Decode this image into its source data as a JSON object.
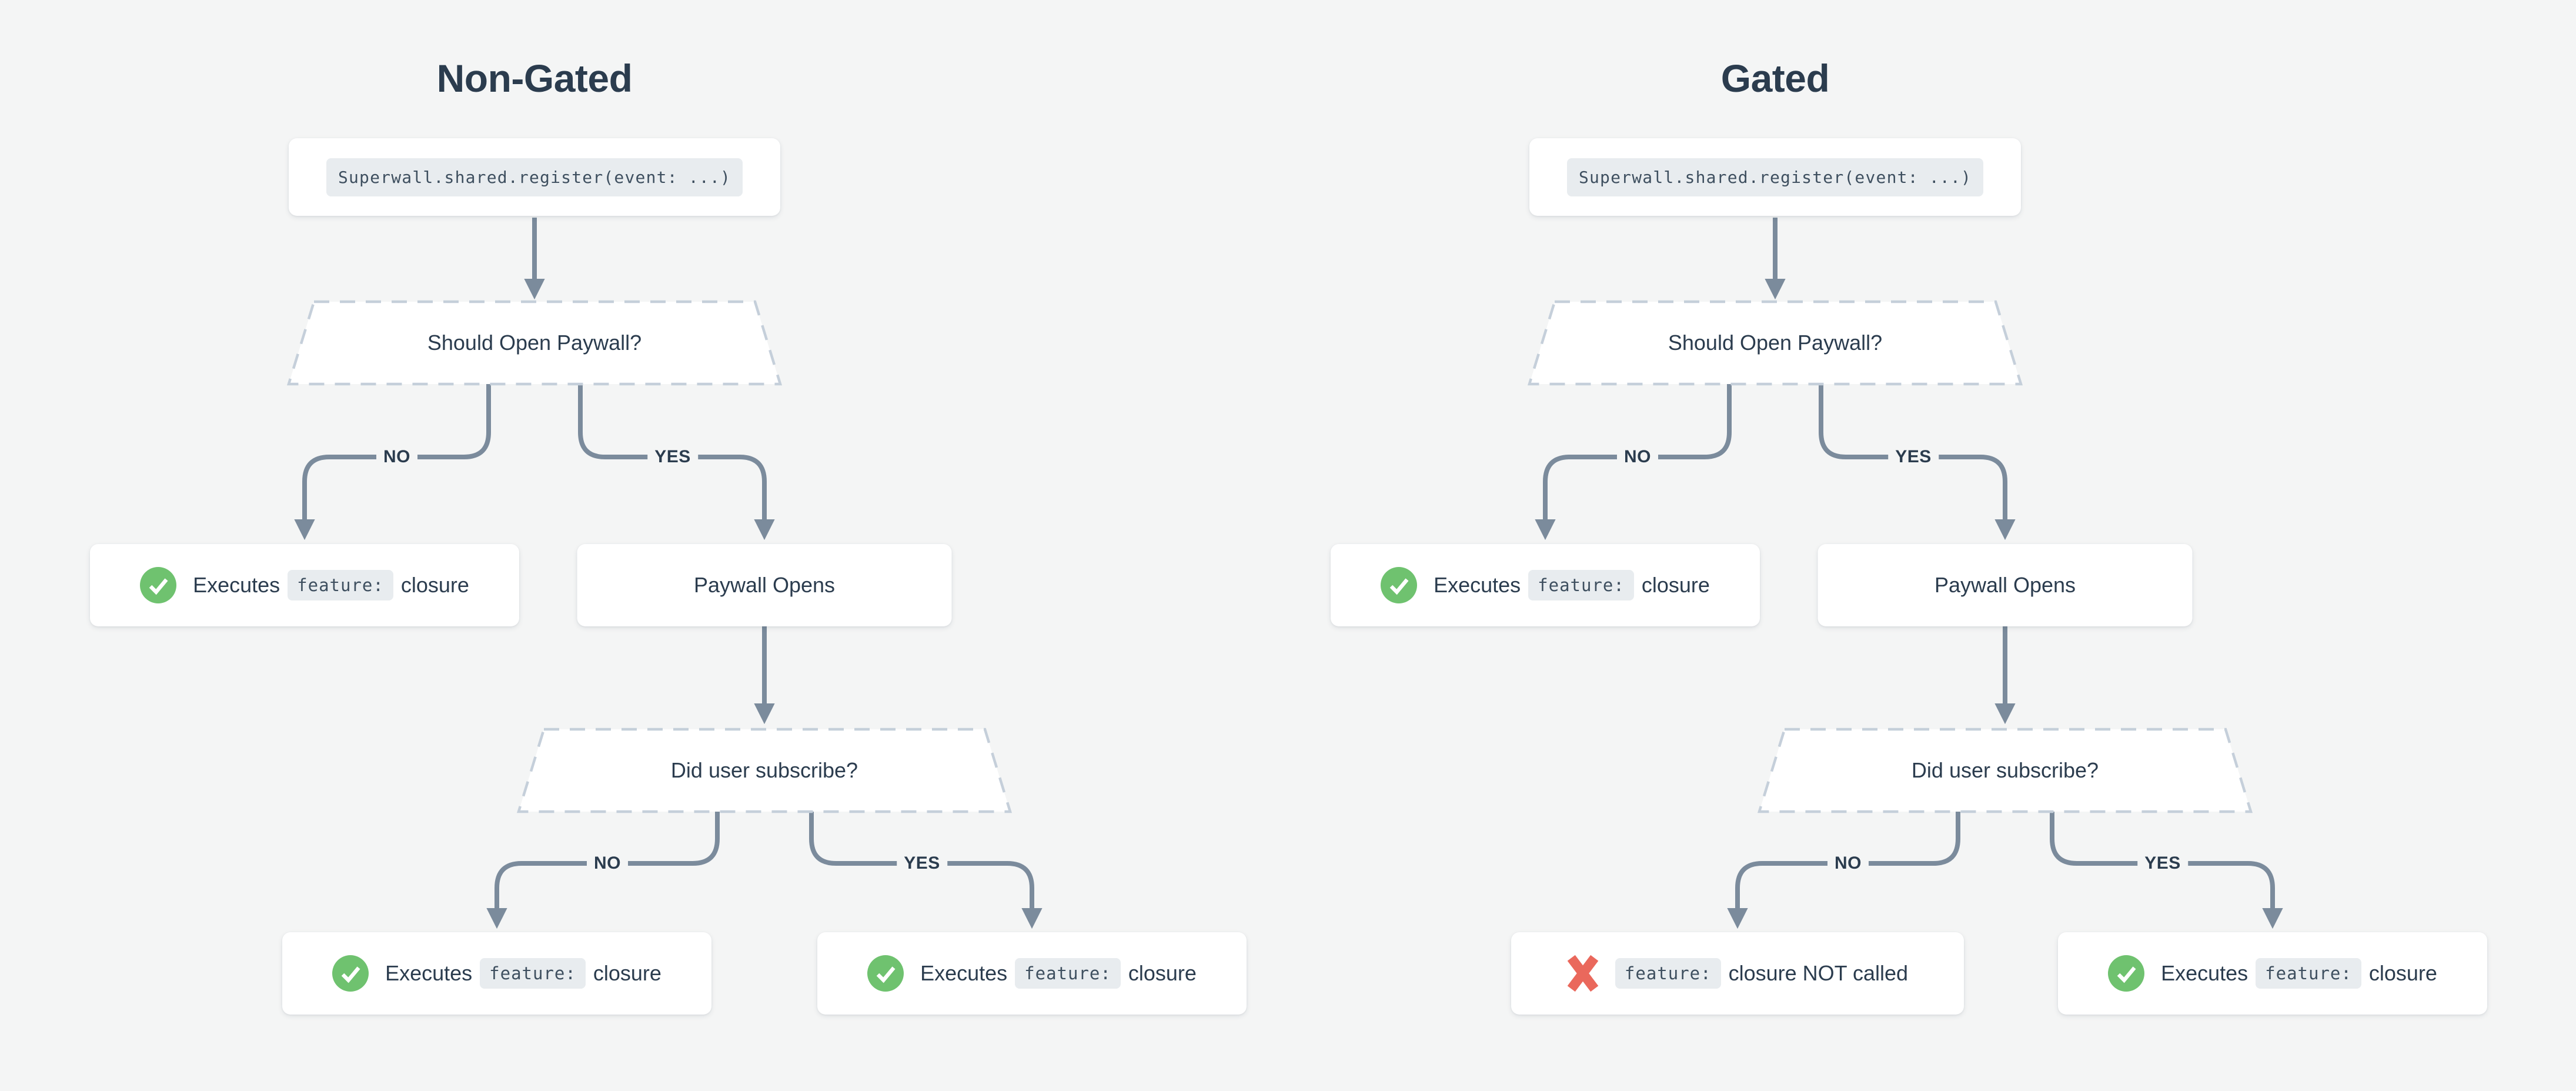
{
  "colors": {
    "background": "#f4f5f5",
    "line": "#7b8b9c",
    "dash_border": "#c5cfda",
    "text": "#2b3c4e",
    "code_text": "#3e4f5f",
    "chip_bg": "#e8ecef",
    "node_bg": "#ffffff",
    "success_green": "#6fc26f",
    "error_red": "#ea685c"
  },
  "flows": [
    {
      "title": "Non-Gated",
      "code": "Superwall.shared.register(event: ...)",
      "decision1": "Should Open Paywall?",
      "branch1_no": "NO",
      "branch1_yes": "YES",
      "result_no": {
        "icon": "check-circle",
        "pre": "Executes",
        "chip": "feature:",
        "post": "closure"
      },
      "result_yes": "Paywall Opens",
      "decision2": "Did user subscribe?",
      "branch2_no": "NO",
      "branch2_yes": "YES",
      "result2_no": {
        "icon": "check-circle",
        "pre": "Executes",
        "chip": "feature:",
        "post": "closure"
      },
      "result2_yes": {
        "icon": "check-circle",
        "pre": "Executes",
        "chip": "feature:",
        "post": "closure"
      }
    },
    {
      "title": "Gated",
      "code": "Superwall.shared.register(event: ...)",
      "decision1": "Should Open Paywall?",
      "branch1_no": "NO",
      "branch1_yes": "YES",
      "result_no": {
        "icon": "check-circle",
        "pre": "Executes",
        "chip": "feature:",
        "post": "closure"
      },
      "result_yes": "Paywall Opens",
      "decision2": "Did user subscribe?",
      "branch2_no": "NO",
      "branch2_yes": "YES",
      "result2_no": {
        "icon": "cross",
        "pre": "",
        "chip": "feature:",
        "post": "closure NOT called"
      },
      "result2_yes": {
        "icon": "check-circle",
        "pre": "Executes",
        "chip": "feature:",
        "post": "closure"
      }
    }
  ]
}
